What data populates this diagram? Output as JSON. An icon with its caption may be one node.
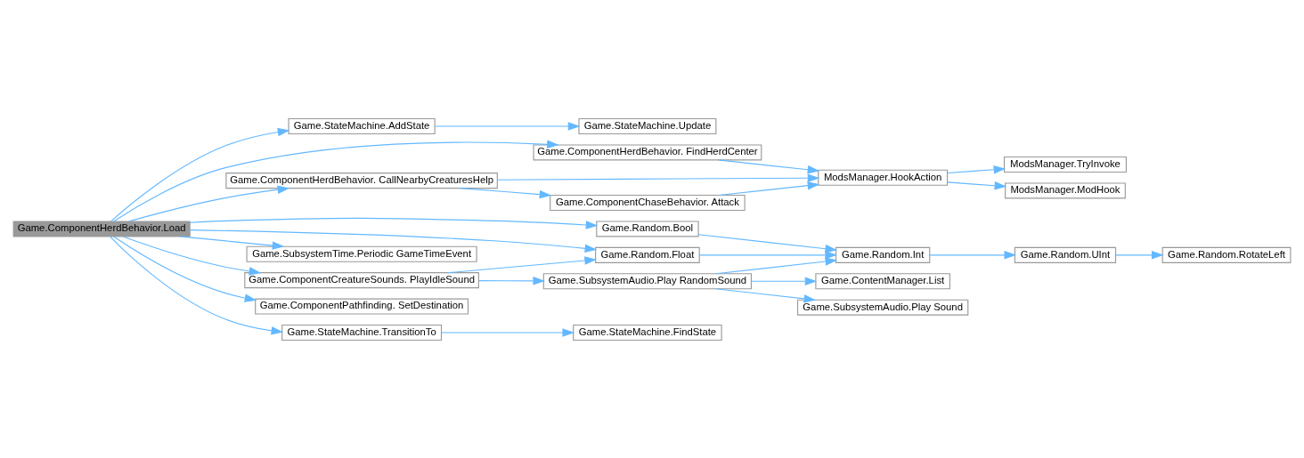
{
  "diagram": {
    "nodes": [
      {
        "text": [
          "Game.ComponentHerdBehavior.Load"
        ]
      },
      {
        "text": [
          "Game.StateMachine.AddState"
        ]
      },
      {
        "text": [
          "Game.StateMachine.Update"
        ]
      },
      {
        "text": [
          "Game.ComponentHerdBehavior. FindHerdCenter"
        ]
      },
      {
        "text": [
          "Game.ComponentHerdBehavior. CallNearbyCreaturesHelp"
        ]
      },
      {
        "text": [
          "ModsManager.HookAction"
        ]
      },
      {
        "text": [
          "ModsManager.TryInvoke"
        ]
      },
      {
        "text": [
          "ModsManager.ModHook"
        ]
      },
      {
        "text": [
          "Game.ComponentChaseBehavior. Attack"
        ]
      },
      {
        "text": [
          "Game.Random.Bool"
        ]
      },
      {
        "text": [
          "Game.Random.Float"
        ]
      },
      {
        "text": [
          "Game.Random.Int"
        ]
      },
      {
        "text": [
          "Game.Random.UInt"
        ]
      },
      {
        "text": [
          "Game.Random.RotateLeft"
        ]
      },
      {
        "text": [
          "Game.SubsystemTime.Periodic GameTimeEvent"
        ]
      },
      {
        "text": [
          "Game.ComponentCreatureSounds. PlayIdleSound"
        ]
      },
      {
        "text": [
          "Game.SubsystemAudio.Play RandomSound"
        ]
      },
      {
        "text": [
          "Game.ContentManager.List"
        ]
      },
      {
        "text": [
          "Game.SubsystemAudio.Play Sound"
        ]
      },
      {
        "text": [
          "Game.ComponentPathfinding. SetDestination"
        ]
      },
      {
        "text": [
          "Game.StateMachine.TransitionTo"
        ]
      },
      {
        "text": [
          "Game.StateMachine.FindState"
        ]
      }
    ],
    "edges": [
      {
        "from": 0,
        "to": 1,
        "arrow": "to"
      },
      {
        "from": 0,
        "to": 3,
        "arrow": "to"
      },
      {
        "from": 0,
        "to": 4,
        "arrow": "to"
      },
      {
        "from": 0,
        "to": 9,
        "arrow": "to"
      },
      {
        "from": 0,
        "to": 10,
        "arrow": "to"
      },
      {
        "from": 0,
        "to": 14,
        "arrow": "to"
      },
      {
        "from": 0,
        "to": 15,
        "arrow": "to"
      },
      {
        "from": 0,
        "to": 19,
        "arrow": "to"
      },
      {
        "from": 0,
        "to": 20,
        "arrow": "to"
      },
      {
        "from": 1,
        "to": 2,
        "arrow": "to"
      },
      {
        "from": 3,
        "to": 5,
        "arrow": "to"
      },
      {
        "from": 4,
        "to": 5,
        "arrow": "to"
      },
      {
        "from": 4,
        "to": 8,
        "arrow": "to"
      },
      {
        "from": 8,
        "to": 5,
        "arrow": "to"
      },
      {
        "from": 5,
        "to": 6,
        "arrow": "to"
      },
      {
        "from": 5,
        "to": 7,
        "arrow": "to"
      },
      {
        "from": 9,
        "to": 11,
        "arrow": "to"
      },
      {
        "from": 10,
        "to": 11,
        "arrow": "to"
      },
      {
        "from": 11,
        "to": 12,
        "arrow": "to"
      },
      {
        "from": 12,
        "to": 13,
        "arrow": "to"
      },
      {
        "from": 15,
        "to": 10,
        "arrow": "to"
      },
      {
        "from": 15,
        "to": 16,
        "arrow": "to"
      },
      {
        "from": 16,
        "to": 11,
        "arrow": "to"
      },
      {
        "from": 16,
        "to": 17,
        "arrow": "to"
      },
      {
        "from": 16,
        "to": 18,
        "arrow": "to"
      },
      {
        "from": 20,
        "to": 21,
        "arrow": "to"
      }
    ]
  }
}
